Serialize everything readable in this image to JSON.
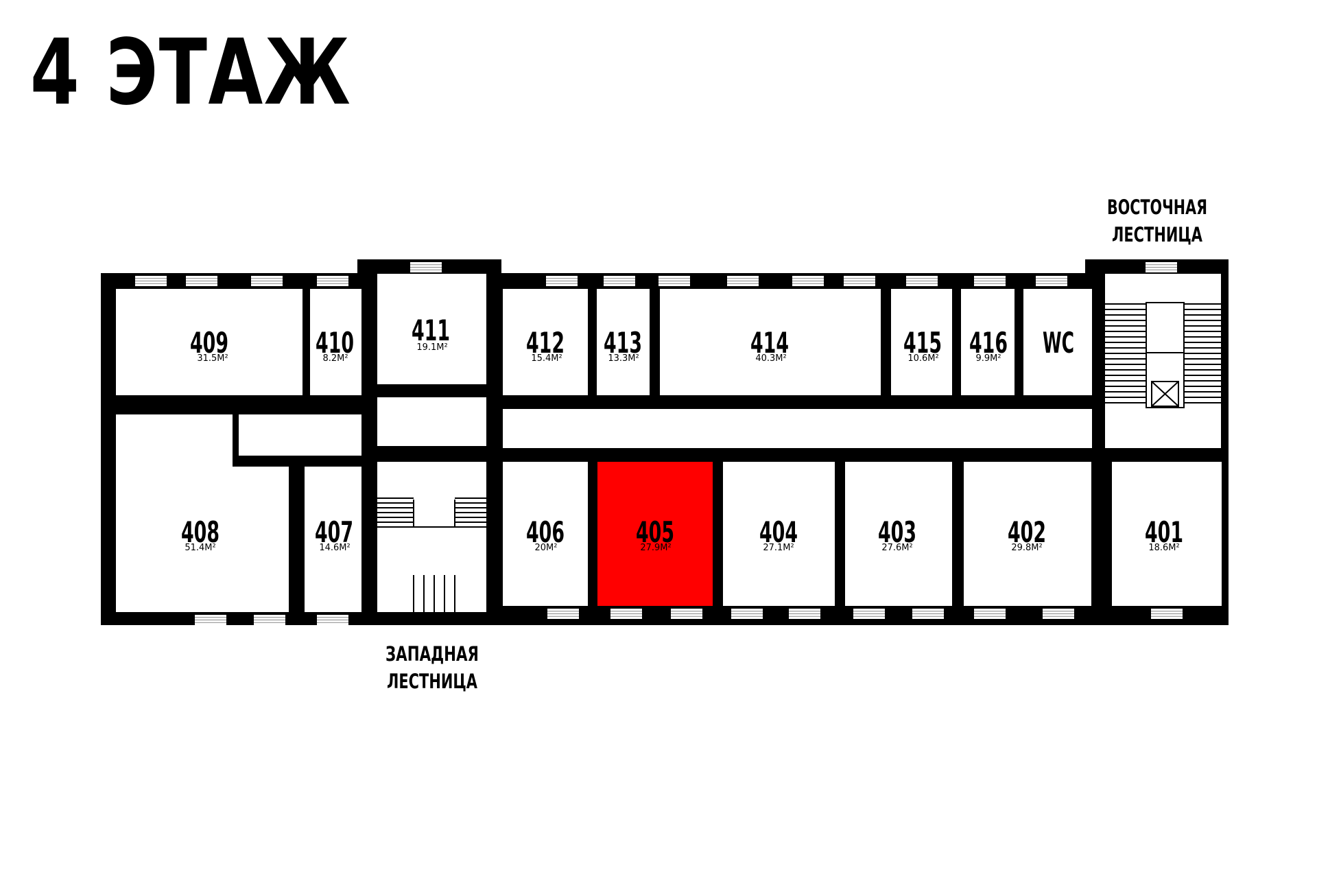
{
  "title": "4 ЭТАЖ",
  "colors": {
    "wall": "#000000",
    "room": "#ffffff",
    "highlight": "#ff0000"
  },
  "stairs": {
    "east": {
      "line1": "ВОСТОЧНАЯ",
      "line2": "ЛЕСТНИЦА"
    },
    "west": {
      "line1": "ЗАПАДНАЯ",
      "line2": "ЛЕСТНИЦА"
    }
  },
  "rooms": [
    {
      "id": "409",
      "number": "409",
      "area": "31.5М²",
      "highlighted": false
    },
    {
      "id": "410",
      "number": "410",
      "area": "8.2М²",
      "highlighted": false
    },
    {
      "id": "411",
      "number": "411",
      "area": "19.1М²",
      "highlighted": false
    },
    {
      "id": "412",
      "number": "412",
      "area": "15.4М²",
      "highlighted": false
    },
    {
      "id": "413",
      "number": "413",
      "area": "13.3М²",
      "highlighted": false
    },
    {
      "id": "414",
      "number": "414",
      "area": "40.3М²",
      "highlighted": false
    },
    {
      "id": "415",
      "number": "415",
      "area": "10.6М²",
      "highlighted": false
    },
    {
      "id": "416",
      "number": "416",
      "area": "9.9М²",
      "highlighted": false
    },
    {
      "id": "wc",
      "number": "WC",
      "area": "",
      "highlighted": false
    },
    {
      "id": "408",
      "number": "408",
      "area": "51.4М²",
      "highlighted": false
    },
    {
      "id": "407",
      "number": "407",
      "area": "14.6М²",
      "highlighted": false
    },
    {
      "id": "406",
      "number": "406",
      "area": "20М²",
      "highlighted": false
    },
    {
      "id": "405",
      "number": "405",
      "area": "27.9М²",
      "highlighted": true
    },
    {
      "id": "404",
      "number": "404",
      "area": "27.1М²",
      "highlighted": false
    },
    {
      "id": "403",
      "number": "403",
      "area": "27.6М²",
      "highlighted": false
    },
    {
      "id": "402",
      "number": "402",
      "area": "29.8М²",
      "highlighted": false
    },
    {
      "id": "401",
      "number": "401",
      "area": "18.6М²",
      "highlighted": false
    }
  ]
}
